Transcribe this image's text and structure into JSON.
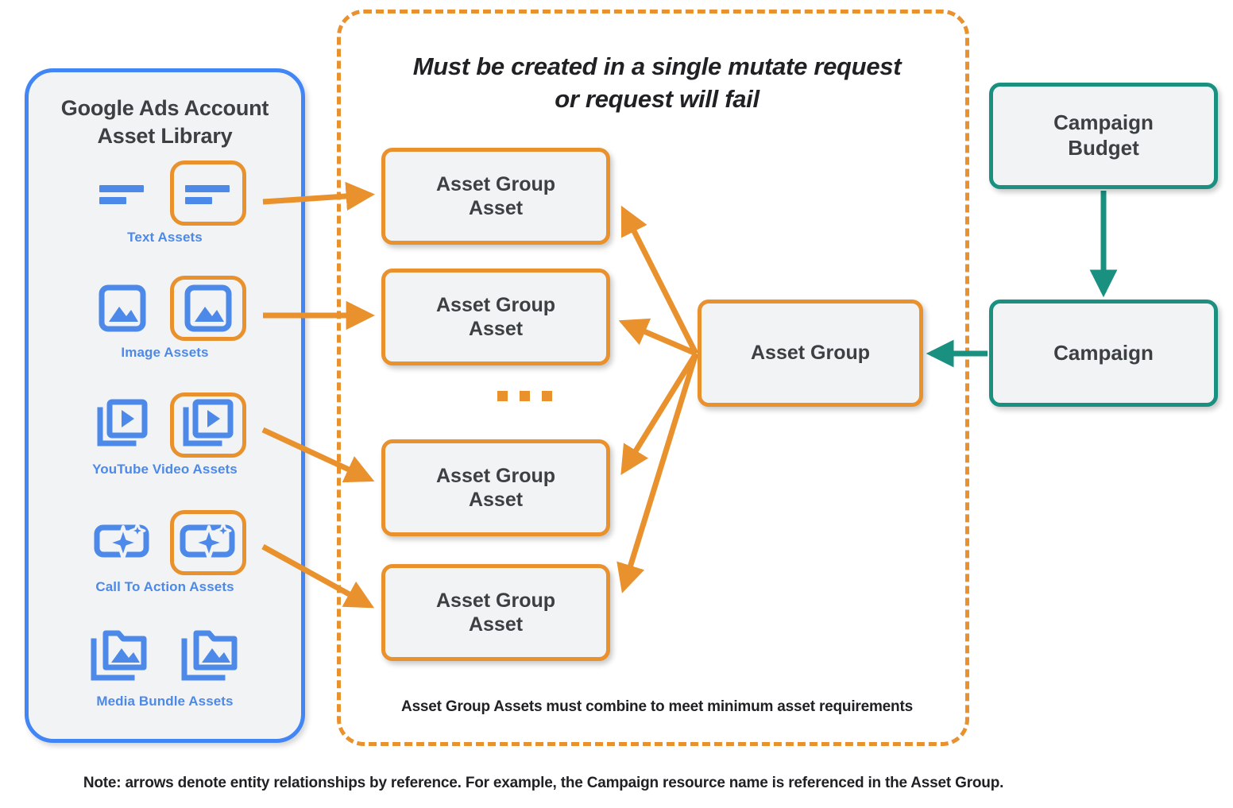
{
  "colors": {
    "orange": "#e8912d",
    "blue": "#4285f4",
    "label_blue": "#4d89e8",
    "teal": "#1a9080",
    "node_fill": "#f1f3f4",
    "text_dark": "#3c4043"
  },
  "sidebar": {
    "title_line1": "Google Ads Account",
    "title_line2": "Asset Library",
    "assets": [
      {
        "label": "Text Assets",
        "icon": "text-asset-icon",
        "highlighted": true
      },
      {
        "label": "Image Assets",
        "icon": "image-asset-icon",
        "highlighted": true
      },
      {
        "label": "YouTube Video  Assets",
        "icon": "video-asset-icon",
        "highlighted": true
      },
      {
        "label": "Call To Action Assets",
        "icon": "call-to-action-asset-icon",
        "highlighted": true
      },
      {
        "label": "Media Bundle  Assets",
        "icon": "media-bundle-asset-icon",
        "highlighted": false
      }
    ]
  },
  "mutate_container": {
    "title_line1": "Must be created in a single mutate request",
    "title_line2": "or request will fail",
    "footnote": "Asset Group Assets must combine to meet minimum asset requirements",
    "ellipsis": "...",
    "asset_group_assets": [
      {
        "line1": "Asset Group",
        "line2": "Asset"
      },
      {
        "line1": "Asset Group",
        "line2": "Asset"
      },
      {
        "line1": "Asset Group",
        "line2": "Asset"
      },
      {
        "line1": "Asset Group",
        "line2": "Asset"
      }
    ]
  },
  "nodes": {
    "asset_group": "Asset Group",
    "campaign_budget_line1": "Campaign",
    "campaign_budget_line2": "Budget",
    "campaign": "Campaign"
  },
  "footer": {
    "note": "Note: arrows denote entity relationships by reference. For example, the Campaign resource name is referenced in the Asset Group."
  }
}
